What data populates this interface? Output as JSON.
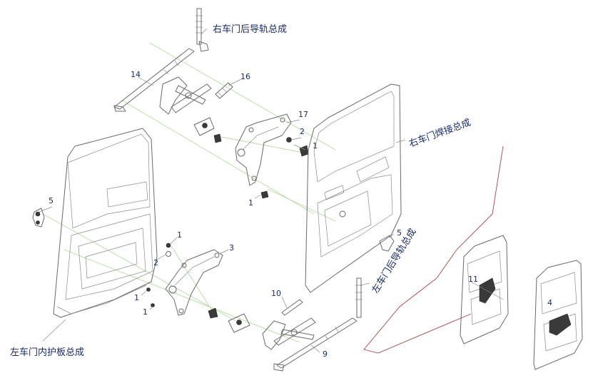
{
  "labels": {
    "rear_guide_right": "右车门后导轨总成",
    "door_weld_right": "右车门焊接总成",
    "rear_guide_left": "左车门后导轨总成",
    "inner_panel_left": "左车门内护板总成"
  },
  "numbers": {
    "n1a": "1",
    "n1b": "1",
    "n1c": "1",
    "n1d": "1",
    "n1e": "1",
    "n2a": "2",
    "n2b": "2",
    "n3": "3",
    "n4": "4",
    "n5a": "5",
    "n5b": "5",
    "n9": "9",
    "n10": "10",
    "n11": "11",
    "n14": "14",
    "n16": "16",
    "n17": "17"
  },
  "colors": {
    "label_text": "#1a2a6a",
    "line_art": "#6a6a6a",
    "leader_lines": "#b7d9a4",
    "detail_callout": "#a7464a"
  }
}
